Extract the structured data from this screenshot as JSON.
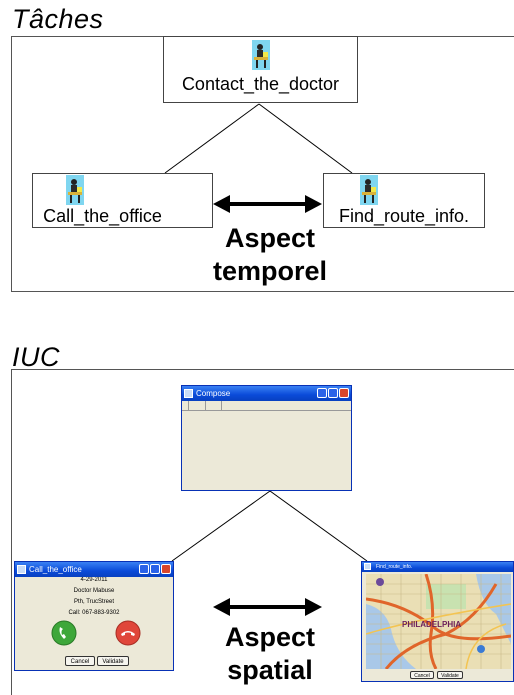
{
  "tasks_section": {
    "title": "Tâches",
    "root_task": "Contact_the_doctor",
    "left_task": "Call_the_office",
    "right_task": "Find_route_info.",
    "aspect_line1": "Aspect",
    "aspect_line2": "temporel",
    "task_icon": "person-at-desk-icon"
  },
  "iuc_section": {
    "title": "IUC",
    "compose_window": {
      "title": "Compose"
    },
    "call_window": {
      "title": "Call_the_office",
      "date": "4-29-2011",
      "name": "Doctor Mabuse",
      "address": "Pth, TrucStreet",
      "phone": "Call: 067-883-9302",
      "cancel_label": "Cancel",
      "validate_label": "Validate",
      "accept_color": "#3ea73a",
      "reject_color": "#e0463a"
    },
    "map_window": {
      "title": "Find_route_info.",
      "map_label": "PHILADELPHIA",
      "cancel_label": "Cancel",
      "validate_label": "Validate"
    },
    "aspect_line1": "Aspect",
    "aspect_line2": "spatial"
  },
  "colors": {
    "xp_title": "#0a4ad8",
    "xp_body": "#ece9d8",
    "frame_border": "#555555"
  }
}
